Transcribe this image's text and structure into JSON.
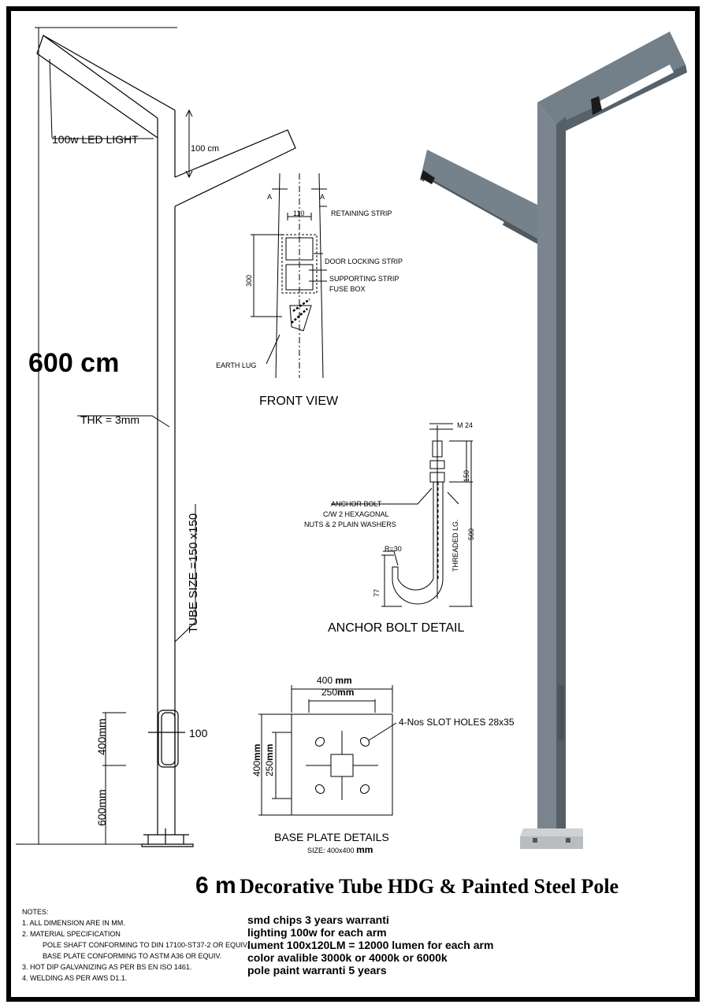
{
  "drawing": {
    "height_label": "600 cm",
    "led_label": "100w LED LIGHT",
    "arm_offset_label": "100 cm",
    "thickness_label": "THK = 3mm",
    "tube_size_label": "TUBE SIZE =150 x150",
    "door_height_label": "400mm",
    "door_base_label": "600mm",
    "door_width_label": "100"
  },
  "front_view": {
    "title": "FRONT VIEW",
    "section_a_left": "A",
    "section_a_right": "A",
    "width": "110",
    "height": "300",
    "labels": [
      "RETAINING STRIP",
      "DOOR LOCKING STRIP",
      "SUPPORTING STRIP",
      "FUSE BOX",
      "EARTH LUG"
    ]
  },
  "anchor_bolt": {
    "title": "ANCHOR BOLT DETAIL",
    "thread": "M 24",
    "label_line1": "ANCHOR BOLT",
    "label_line2": "C/W 2 HEXAGONAL",
    "label_line3": "NUTS & 2 PLAIN WASHERS",
    "radius": "R=30",
    "dim_77": "77",
    "dim_150": "150",
    "dim_500": "500",
    "threaded": "THREADED LG."
  },
  "base_plate": {
    "title": "BASE PLATE DETAILS",
    "size_prefix": "SIZE: 400x400",
    "size_unit": "mm",
    "outer_dim": "400",
    "inner_dim": "250",
    "unit": "mm",
    "holes": "4-Nos SLOT HOLES 28x35"
  },
  "heading": {
    "size": "6 m",
    "text": "Decorative Tube HDG & Painted Steel Pole"
  },
  "notes": {
    "title": "NOTES:",
    "lines": [
      "1. ALL DIMENSION ARE IN MM.",
      "2. MATERIAL SPECIFICATION",
      "POLE SHAFT CONFORMING TO DIN 17100-ST37-2 OR EQUIV.",
      "BASE PLATE CONFORMING TO ASTM A36 OR EQUIV.",
      "3. HOT DIP GALVANIZING AS PER BS EN ISO 1461.",
      "4. WELDING AS PER AWS D1.1."
    ]
  },
  "specs": [
    "smd chips 3 years warranti",
    "lighting 100w for each arm",
    "lument 100x120LM = 12000 lumen for each arm",
    "color avalible 3000k or 4000k or 6000k",
    "pole paint warranti 5 years"
  ],
  "colors": {
    "pole": "#74808a",
    "pole_dark": "#4e5860",
    "base": "#b9bdc0",
    "frame": "#000000"
  }
}
